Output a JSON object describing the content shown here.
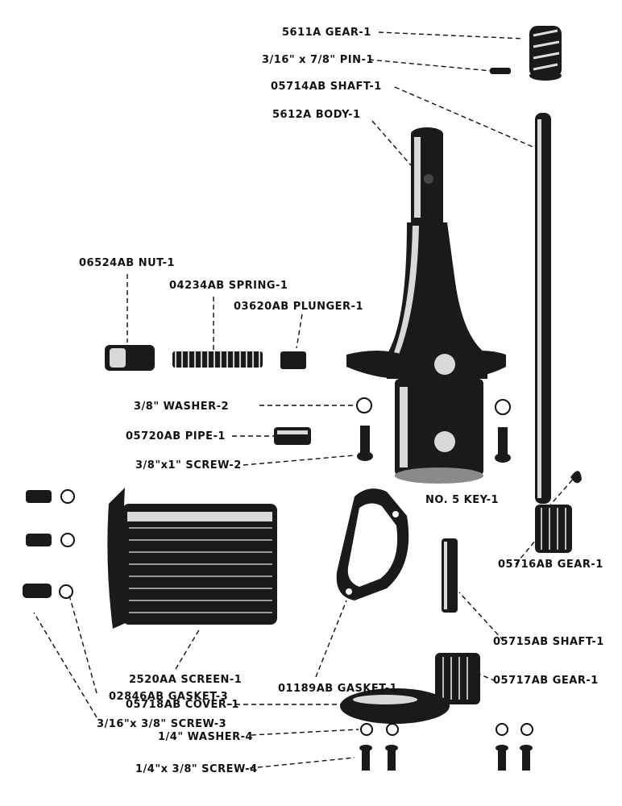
{
  "colors": {
    "ink": "#111111",
    "paper": "#ffffff",
    "metal_light": "#d9d9d9",
    "metal_dark": "#1a1a1a"
  },
  "labels": {
    "gear_5611a": "5611A GEAR-1",
    "pin": "3/16\" x 7/8\" PIN-1",
    "shaft_05714ab": "05714AB SHAFT-1",
    "body_5612a": "5612A BODY-1",
    "nut_06524ab": "06524AB NUT-1",
    "spring_04234ab": "04234AB SPRING-1",
    "plunger_03620ab": "03620AB PLUNGER-1",
    "washer_2": "3/8\" WASHER-2",
    "pipe_05720ab": "05720AB PIPE-1",
    "screw_2": "3/8\"x1\" SCREW-2",
    "key_no5": "NO. 5 KEY-1",
    "gear_05716ab": "05716AB GEAR-1",
    "shaft_05715ab": "05715AB SHAFT-1",
    "screen_2520aa": "2520AA SCREEN-1",
    "gasket_02846ab": "02846AB GASKET-3",
    "gasket_01189ab": "01189AB GASKET-1",
    "gear_05717ab": "05717AB GEAR-1",
    "screw_3": "3/16\"x 3/8\" SCREW-3",
    "cover_05718ab": "05718AB COVER-1",
    "washer_4": "1/4\" WASHER-4",
    "screw_4": "1/4\"x 3/8\" SCREW-4"
  }
}
